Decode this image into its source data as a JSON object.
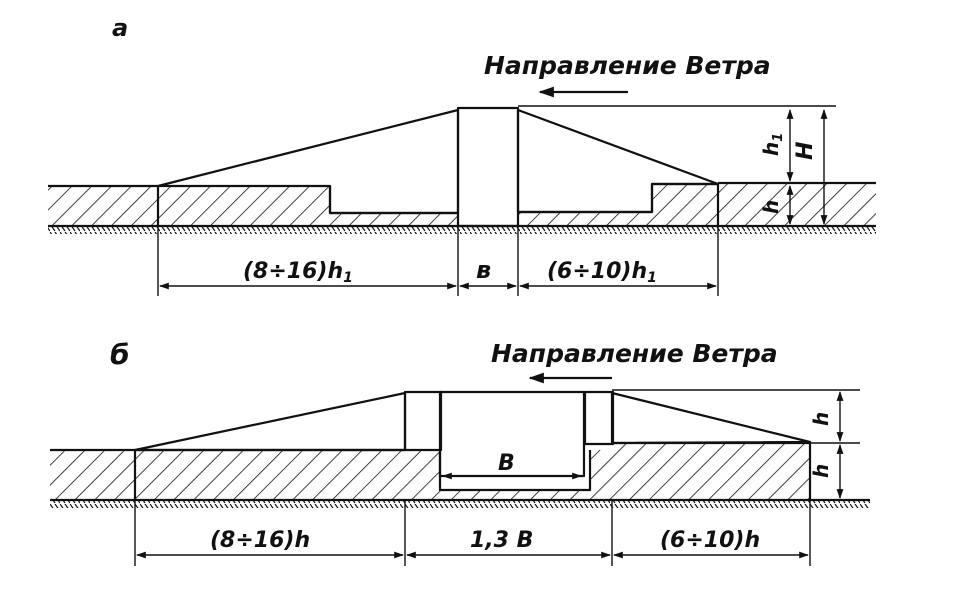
{
  "figure_a": {
    "label": "а",
    "wind_direction": "Направление Ветра",
    "dim_left": "(8÷16)h",
    "dim_left_sub": "1",
    "dim_mid": "в",
    "dim_right": "(6÷10)h",
    "dim_right_sub": "1",
    "height_h1": "h",
    "height_h1_sub": "1",
    "height_H": "H",
    "height_h": "h"
  },
  "figure_b": {
    "label": "б",
    "wind_direction": "Направление Ветра",
    "trench_width": "В",
    "dim_left": "(8÷16)h",
    "dim_mid": "1,3 В",
    "dim_right": "(6÷10)h",
    "height_top": "h",
    "height_bottom": "h"
  },
  "colors": {
    "ink": "#111111",
    "paper": "#ffffff"
  }
}
